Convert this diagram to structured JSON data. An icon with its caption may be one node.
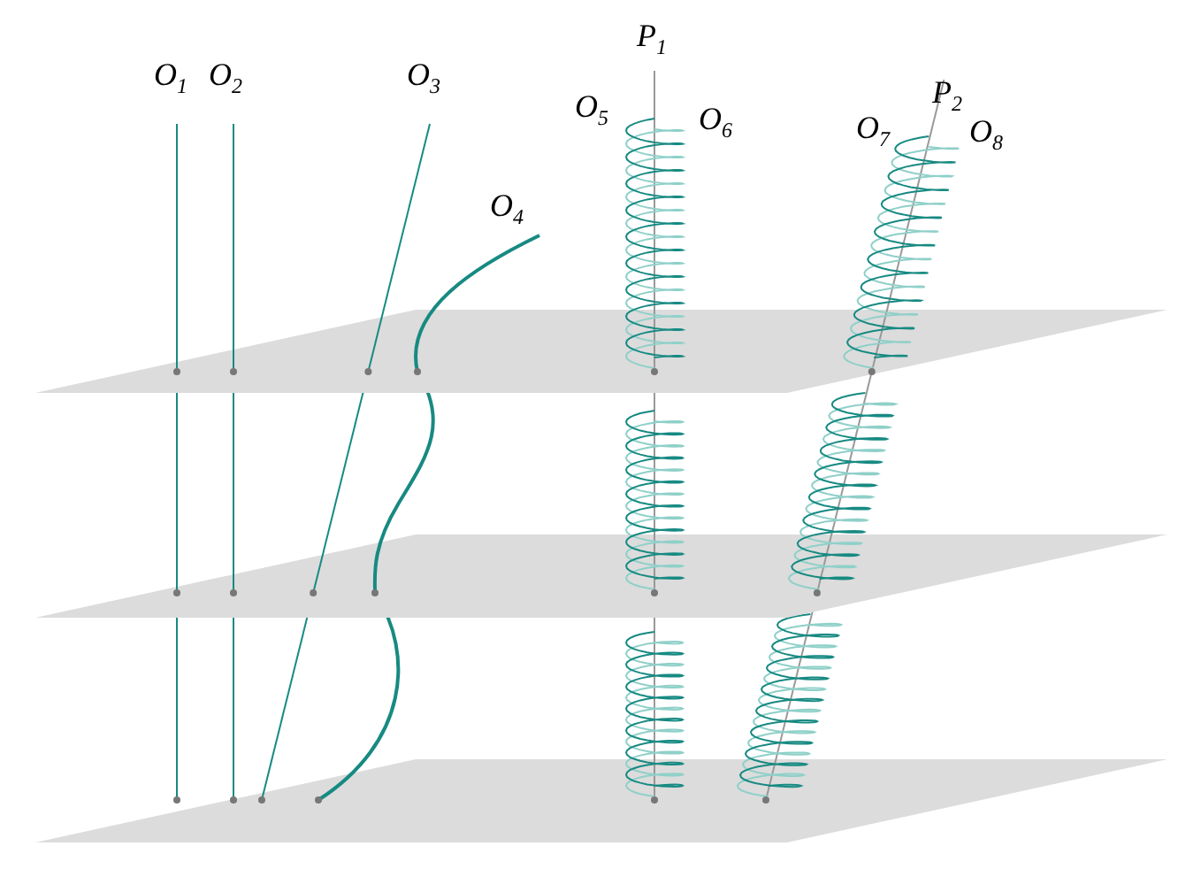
{
  "diagram": {
    "labels": [
      "O$_{1}$",
      "O$_{2}$",
      "O$_{3}$",
      "P$_{1}$",
      "O$_{5}$",
      "O$_{6}$",
      "P$_{2}$",
      "O$_{7}$",
      "O$_{8}$",
      "O$_{4}$"
    ]
  }
}
